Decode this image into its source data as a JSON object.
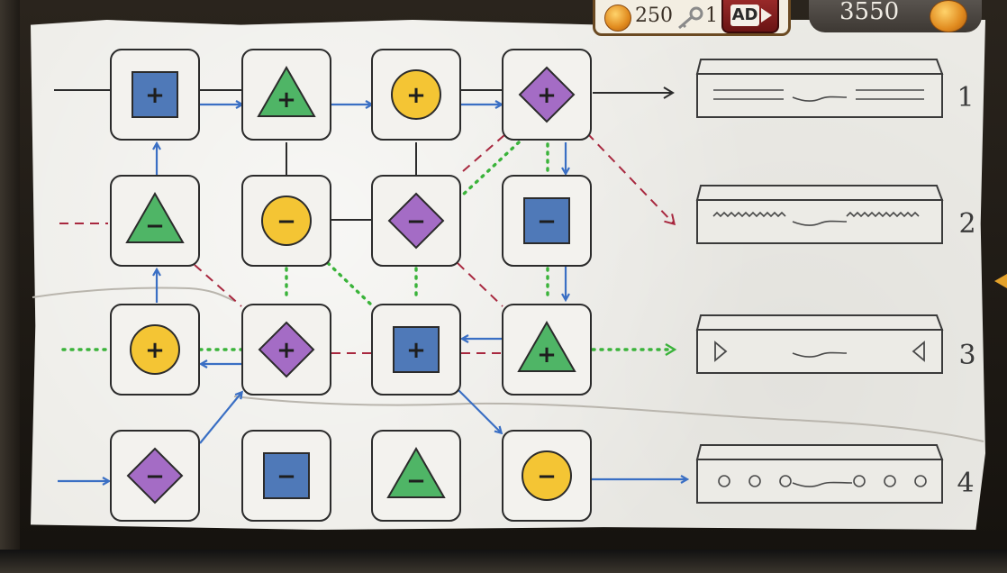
{
  "hud": {
    "coins": "250",
    "keys": "1",
    "ad_label": "AD",
    "score": "3550"
  },
  "outputs": [
    {
      "number": "1"
    },
    {
      "number": "2"
    },
    {
      "number": "3"
    },
    {
      "number": "4"
    }
  ],
  "colors": {
    "paper": "#ecebe6",
    "ink": "#2b2b2b",
    "blue_square": "#4f79b8",
    "green_triangle": "#4fb566",
    "yellow_circle": "#f4c534",
    "purple_diamond": "#a46cc5",
    "blue_arrow": "#3a6fc4",
    "red_dash": "#a8283f",
    "green_dot": "#3ab33a"
  },
  "grid": [
    [
      {
        "shape": "square",
        "sign": "+"
      },
      {
        "shape": "triangle",
        "sign": "+"
      },
      {
        "shape": "circle",
        "sign": "+"
      },
      {
        "shape": "diamond",
        "sign": "+"
      }
    ],
    [
      {
        "shape": "triangle",
        "sign": "−"
      },
      {
        "shape": "circle",
        "sign": "−"
      },
      {
        "shape": "diamond",
        "sign": "−"
      },
      {
        "shape": "square",
        "sign": "−"
      }
    ],
    [
      {
        "shape": "circle",
        "sign": "+"
      },
      {
        "shape": "diamond",
        "sign": "+"
      },
      {
        "shape": "square",
        "sign": "+"
      },
      {
        "shape": "triangle",
        "sign": "+"
      }
    ],
    [
      {
        "shape": "diamond",
        "sign": "−"
      },
      {
        "shape": "square",
        "sign": "−"
      },
      {
        "shape": "triangle",
        "sign": "−"
      },
      {
        "shape": "circle",
        "sign": "−"
      }
    ]
  ]
}
